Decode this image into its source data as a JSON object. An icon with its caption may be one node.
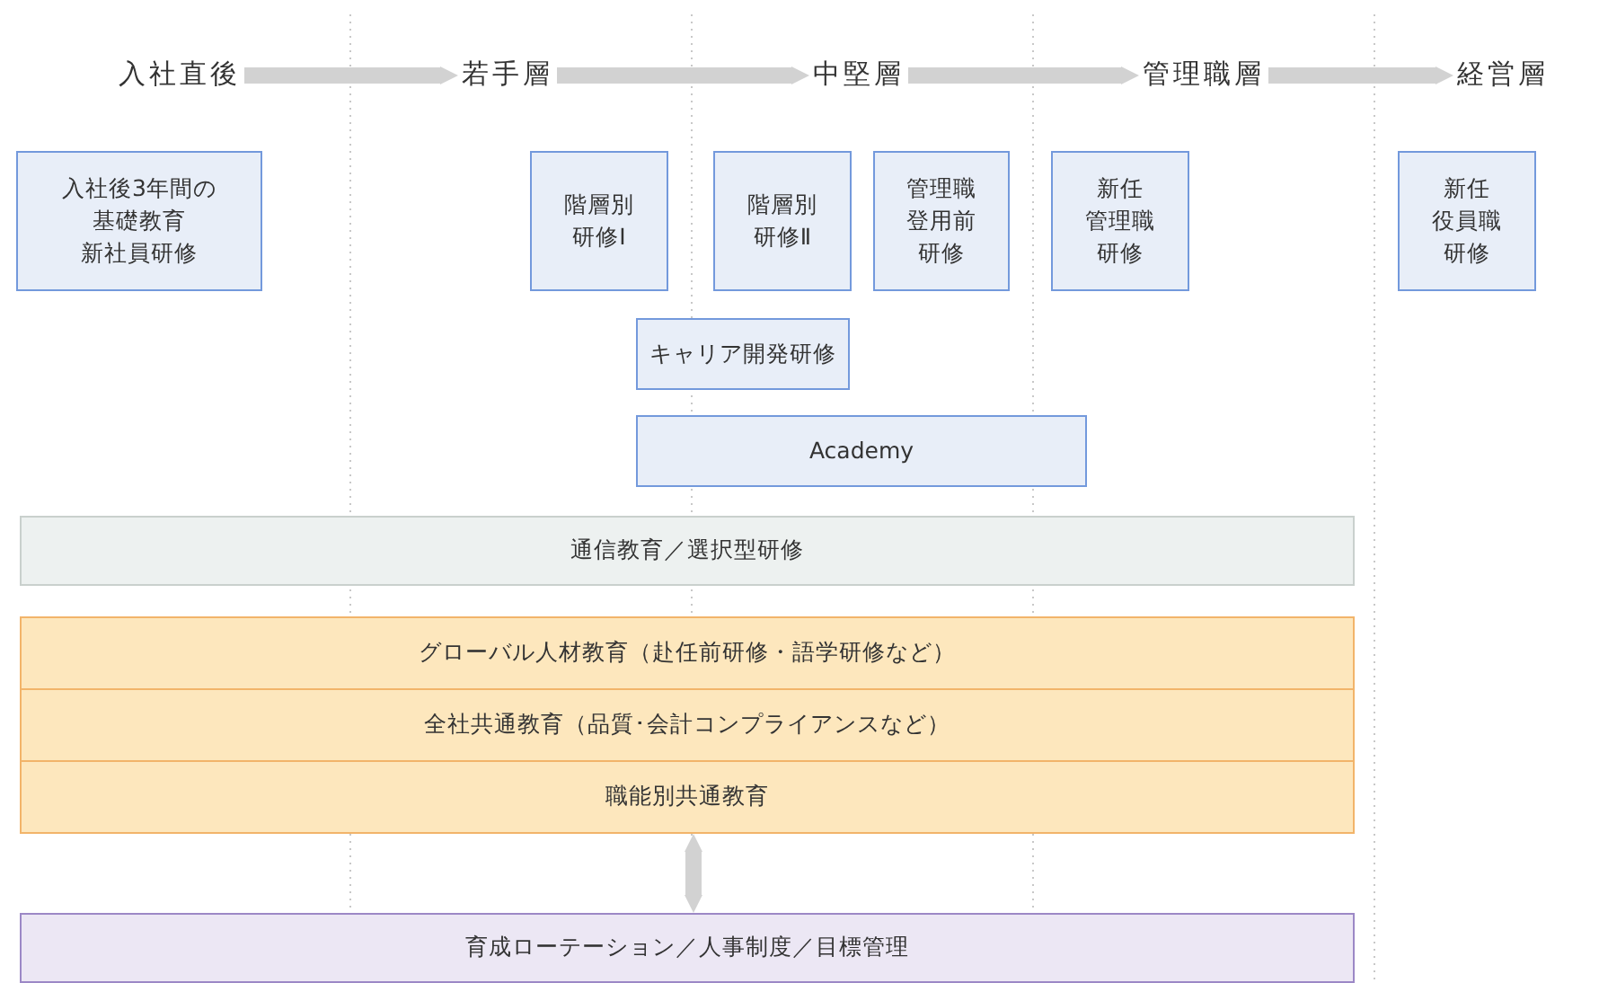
{
  "diagram": {
    "nodes": [
      {
        "text": [
          "入社直後"
        ]
      },
      {
        "text": [
          "若手層"
        ]
      },
      {
        "text": [
          "中堅層"
        ]
      },
      {
        "text": [
          "管理職層"
        ]
      },
      {
        "text": [
          "経営層"
        ]
      },
      {
        "text": [
          "入社後3年間の基礎教育新社員研修"
        ]
      },
      {
        "text": [
          "階層別研修Ⅰ"
        ]
      },
      {
        "text": [
          "階層別研修Ⅱ"
        ]
      },
      {
        "text": [
          "管理職登用前研修"
        ]
      },
      {
        "text": [
          "新任管理職研修"
        ]
      },
      {
        "text": [
          "新任役員職研修"
        ]
      },
      {
        "text": [
          "キャリア開発研修"
        ]
      },
      {
        "text": [
          "Academy"
        ]
      },
      {
        "text": [
          "通信教育／選択型研修"
        ]
      },
      {
        "text": [
          "グローバル人材教育（赴任前研修・語学研修など）"
        ]
      },
      {
        "text": [
          "全社共通教育（品質･会計コンプライアンスなど）"
        ]
      },
      {
        "text": [
          "職能別共通教育"
        ]
      },
      {
        "text": [
          "育成ローテーション／人事制度／目標管理"
        ]
      }
    ],
    "edges": [
      {
        "from": 0,
        "to": 1,
        "arrow": "to"
      },
      {
        "from": 1,
        "to": 2,
        "arrow": "to"
      },
      {
        "from": 2,
        "to": 3,
        "arrow": "to"
      },
      {
        "from": 3,
        "to": 4,
        "arrow": "to"
      },
      {
        "from": 16,
        "to": 17,
        "arrow": "both"
      }
    ]
  }
}
